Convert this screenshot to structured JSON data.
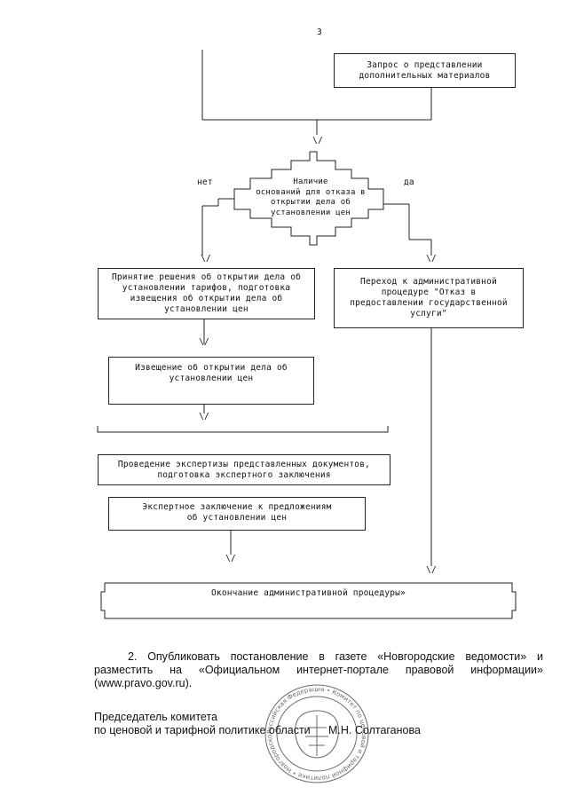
{
  "page_number": "3",
  "flowchart": {
    "request_box": [
      "Запрос о представлении",
      "дополнительных материалов"
    ],
    "decision": [
      "Наличие",
      "оснований для отказа в",
      "открытии дела об",
      "установлении цен"
    ],
    "label_no": "нет",
    "label_yes": "да",
    "decision_arrow_label": "\\/",
    "accept_box": [
      "Принятие решения об открытии дела об",
      "установлении тарифов, подготовка",
      "извещения об открытии дела об",
      "установлении цен"
    ],
    "refuse_box": [
      "Переход к административной",
      "процедуре \"Отказ в",
      "предоставлении государственной",
      "услуги\""
    ],
    "notice_box": [
      "Извещение об открытии дела об",
      "установлении цен"
    ],
    "expertise_box": [
      "Проведение экспертизы представленных документов,",
      "подготовка экспертного заключения"
    ],
    "conclusion_box": [
      "Экспертное заключение к предложениям",
      "об установлении цен"
    ],
    "end_box": "Окончание административной процедуры»",
    "arrow_glyph": "\\/"
  },
  "text": {
    "item2_line1": "2. Опубликовать постановление в газете «Новгородские ведомости» и",
    "item2_line2": "разместить на «Официальном интернет-портале правовой информации»",
    "item2_line3": "(www.pravo.gov.ru).",
    "signature_title_line1": "Председатель комитета",
    "signature_title_line2": "по ценовой и тарифной политике области",
    "signature_name": "М.Н. Солтаганова"
  },
  "stamp": {
    "ring_text": "Российская Федерация • Комитет по ценовой и тарифной политике • Новгородской области"
  }
}
